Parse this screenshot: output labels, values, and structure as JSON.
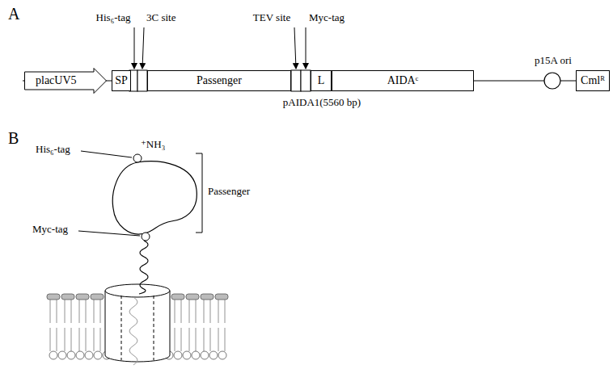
{
  "diagram": {
    "nodes": [
      {
        "text": [
          "placUV5"
        ]
      },
      {
        "text": [
          "SP"
        ]
      },
      {
        "text": [
          "Passenger"
        ]
      },
      {
        "text": [
          "L"
        ]
      },
      {
        "text": [
          "AIDAᶜ"
        ]
      },
      {
        "text": [
          "Cmlᴿ"
        ]
      }
    ],
    "labels": [
      "A",
      "His₆-tag",
      "3C site",
      "TEV site",
      "Myc-tag",
      "pAIDA1(5560 bp)",
      "p15A ori",
      "B",
      "⁺NH₃",
      "His₆-tag",
      "Passenger",
      "Myc-tag"
    ]
  }
}
